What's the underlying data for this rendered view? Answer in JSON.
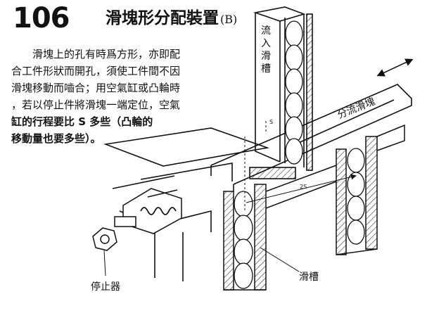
{
  "header": {
    "number": "106",
    "title": "滑塊形分配裝置",
    "title_suffix": "(B)"
  },
  "description": {
    "lines": [
      "滑塊上的孔有時爲方形，亦即配",
      "合工件形狀而開孔，須使工件間不因",
      "滑塊移動而嚙合；用空氣缸或凸輪時",
      "，若以停止件將滑塊一端定位，空氣",
      "缸的行程要比 S 多些（凸輪的",
      "移動量也要多些）。"
    ]
  },
  "diagram": {
    "labels": {
      "inflow_chute": "流入滑槽",
      "slider": "分流滑塊",
      "chute": "滑槽",
      "stopper": "停止器",
      "dim_s": "S",
      "dim_2s": "2S"
    }
  }
}
